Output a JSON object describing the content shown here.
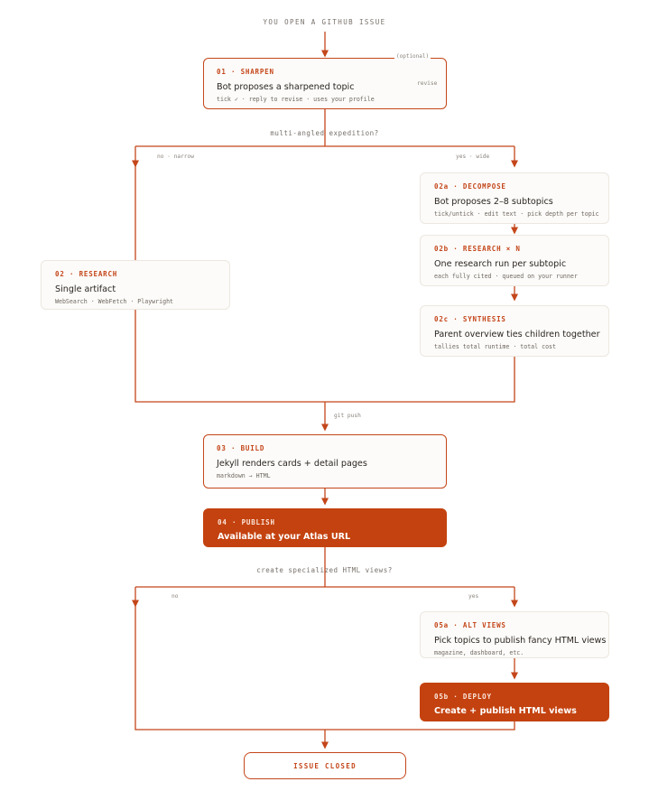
{
  "start": {
    "text": "YOU OPEN A GITHUB ISSUE"
  },
  "sharpen": {
    "label": "01 · SHARPEN",
    "title": "Bot proposes a sharpened topic",
    "sub": "tick ✓ · reply to revise · uses your profile",
    "optional": "(optional)",
    "revise": "revise"
  },
  "question1": {
    "text": "multi-angled expedition?",
    "no": "no · narrow",
    "yes": "yes · wide"
  },
  "research": {
    "label": "02 · RESEARCH",
    "title": "Single artifact",
    "sub": "WebSearch · WebFetch · Playwright"
  },
  "decompose": {
    "label": "02a · DECOMPOSE",
    "title": "Bot proposes 2–8 subtopics",
    "sub": "tick/untick · edit text · pick depth per topic"
  },
  "research_n": {
    "label": "02b · RESEARCH × N",
    "title": "One research run per subtopic",
    "sub": "each fully cited · queued on your runner"
  },
  "synthesis": {
    "label": "02c · SYNTHESIS",
    "title": "Parent overview ties children together",
    "sub": "tallies total runtime · total cost"
  },
  "git_push": {
    "text": "git push"
  },
  "build": {
    "label": "03 · BUILD",
    "title": "Jekyll renders cards + detail pages",
    "sub": "markdown → HTML"
  },
  "publish": {
    "label": "04 · PUBLISH",
    "title": "Available at your Atlas URL"
  },
  "question2": {
    "text": "create specialized HTML views?",
    "no": "no",
    "yes": "yes"
  },
  "alt_views": {
    "label": "05a · ALT VIEWS",
    "title": "Pick topics to publish fancy HTML views",
    "sub": "magazine, dashboard, etc."
  },
  "deploy": {
    "label": "05b · DEPLOY",
    "title": "Create + publish HTML views"
  },
  "end": {
    "text": "ISSUE CLOSED"
  },
  "colors": {
    "accent": "#c4461a",
    "card_bg": "#fcfbf9",
    "card_border": "#ece7e0",
    "line": "#c4461a",
    "solid_fill": "#c4420f"
  }
}
